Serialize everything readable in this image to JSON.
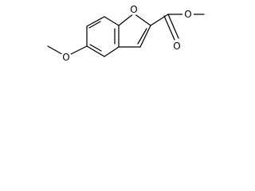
{
  "molecule": {
    "atoms": {
      "ring_oxygen": "O",
      "carbonyl_oxygen": "O",
      "ester_oxygen": "O",
      "methoxy_oxygen": "O"
    }
  }
}
